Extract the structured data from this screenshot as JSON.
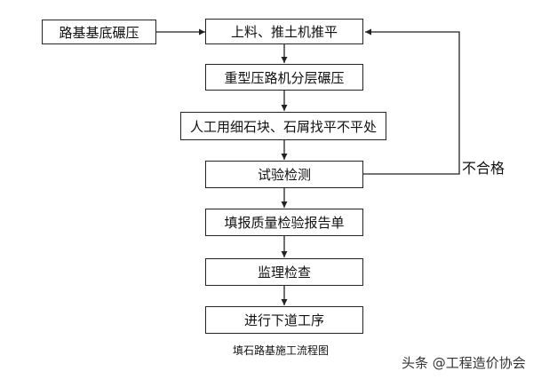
{
  "diagram": {
    "nodes": {
      "subgrade": "路基基底碾压",
      "load": "上料、推土机推平",
      "compact": "重型压路机分层碾压",
      "fill": "人工用细石块、石屑找平不平处",
      "test": "试验检测",
      "report": "填报质量检验报告单",
      "supervise": "监理检查",
      "next": "进行下道工序"
    },
    "fail_label": "不合格",
    "caption": "填石路基施工流程图"
  },
  "watermark": "头条 @工程造价协会",
  "colors": {
    "line": "#222222",
    "text": "#111111",
    "watermark": "#333333"
  }
}
